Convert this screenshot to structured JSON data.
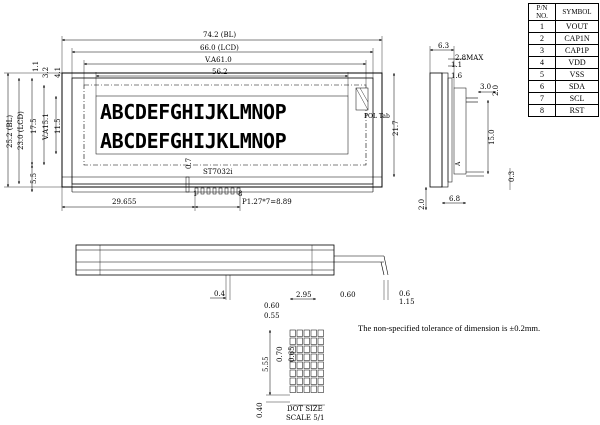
{
  "front_view": {
    "dim_bl_width": "74.2 (BL)",
    "dim_lcd_width": "66.0 (LCD)",
    "dim_va_width": "V.A61.0",
    "dim_aa_width": "56.2",
    "dim_bl_height": "25.2 (BL)",
    "dim_lcd_height": "23.0 (LCD)",
    "dim_va_height": "V.A15.1",
    "dim_aa_height": "11.5",
    "dim_17_5": "17.5",
    "dim_5_5": "5.5",
    "dim_1_1": "1.1",
    "dim_3_2": "3.2",
    "dim_4_1": "4.1",
    "dim_0_7": "0.7",
    "dim_21_7": "21.7",
    "dim_29_655": "29.655",
    "pin_first": "1",
    "pin_last": "8",
    "pitch": "P1.27*7=8.89",
    "ic_label": "ST7032i",
    "polarizer_label": "POL Tab",
    "line1": "ABCDEFGHIJKLMNOP",
    "line2": "ABCDEFGHIJKLMNOP"
  },
  "side_view": {
    "dim_6_3": "6.3",
    "dim_2_8max": "2.8MAX",
    "dim_1_1": "1.1",
    "dim_1_6": "1.6",
    "dim_3_0": "3.0",
    "dim_2_0_top": "2.0",
    "dim_15_0": "15.0",
    "dim_0_3": "0.3",
    "dim_2_0": "2.0",
    "dim_6_8": "6.8",
    "pin_mark": "A"
  },
  "bottom_view": {
    "dim_0_4": "0.4",
    "dim_0_6": "0.6",
    "dim_1_15": "1.15"
  },
  "dot_detail": {
    "dim_2_95": "2.95",
    "dim_0_60_a": "0.60",
    "dim_0_60_b": "0.60",
    "dim_0_55": "0.55",
    "dim_5_55": "5.55",
    "dim_0_70": "0.70",
    "dim_0_65": "0.65",
    "dim_0_40": "0.40",
    "title": "DOT SIZE",
    "scale": "SCALE 5/1"
  },
  "note": "The non-specified tolerance of dimension is ±0.2mm.",
  "pin_table": {
    "header_no": "P/N NO.",
    "header_symbol": "SYMBOL",
    "rows": [
      {
        "no": "1",
        "symbol": "VOUT"
      },
      {
        "no": "2",
        "symbol": "CAP1N"
      },
      {
        "no": "3",
        "symbol": "CAP1P"
      },
      {
        "no": "4",
        "symbol": "VDD"
      },
      {
        "no": "5",
        "symbol": "VSS"
      },
      {
        "no": "6",
        "symbol": "SDA"
      },
      {
        "no": "7",
        "symbol": "SCL"
      },
      {
        "no": "8",
        "symbol": "RST"
      }
    ]
  }
}
